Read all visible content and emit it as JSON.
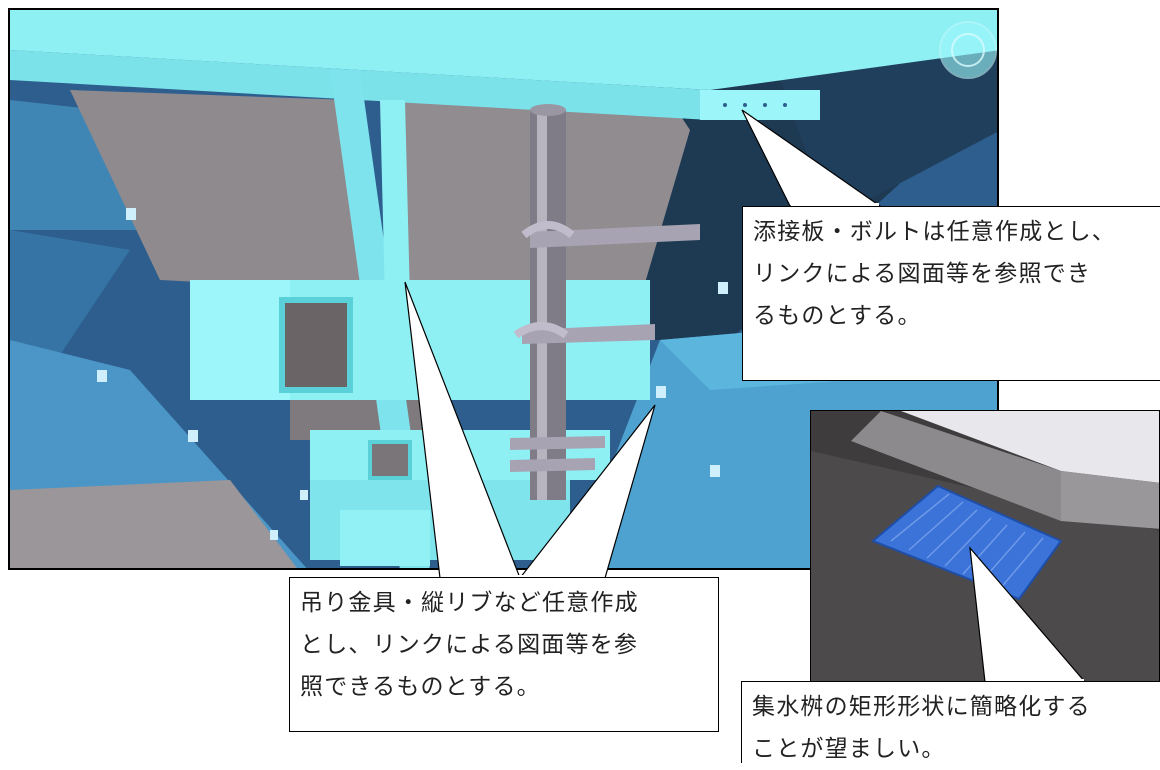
{
  "callouts": {
    "splice_plate": {
      "lines": [
        "添接板・ボルトは任意作成とし、",
        "リンクによる図面等を参照でき",
        "るものとする。"
      ]
    },
    "hanger": {
      "lines": [
        "吊り金具・縦リブなど任意作成",
        "とし、リンクによる図面等を参",
        "照できるものとする。"
      ]
    },
    "catch_basin": {
      "lines": [
        "集水桝の矩形形状に簡略化する",
        "ことが望ましい。"
      ]
    }
  },
  "colors": {
    "steel_cyan": "#8ff0f4",
    "deep_blue": "#2d5e8e",
    "concrete_gray": "#8f8a8e",
    "grate_blue": "#3b73d8"
  },
  "icons": {
    "view_orientation": "compass-badge-icon"
  }
}
